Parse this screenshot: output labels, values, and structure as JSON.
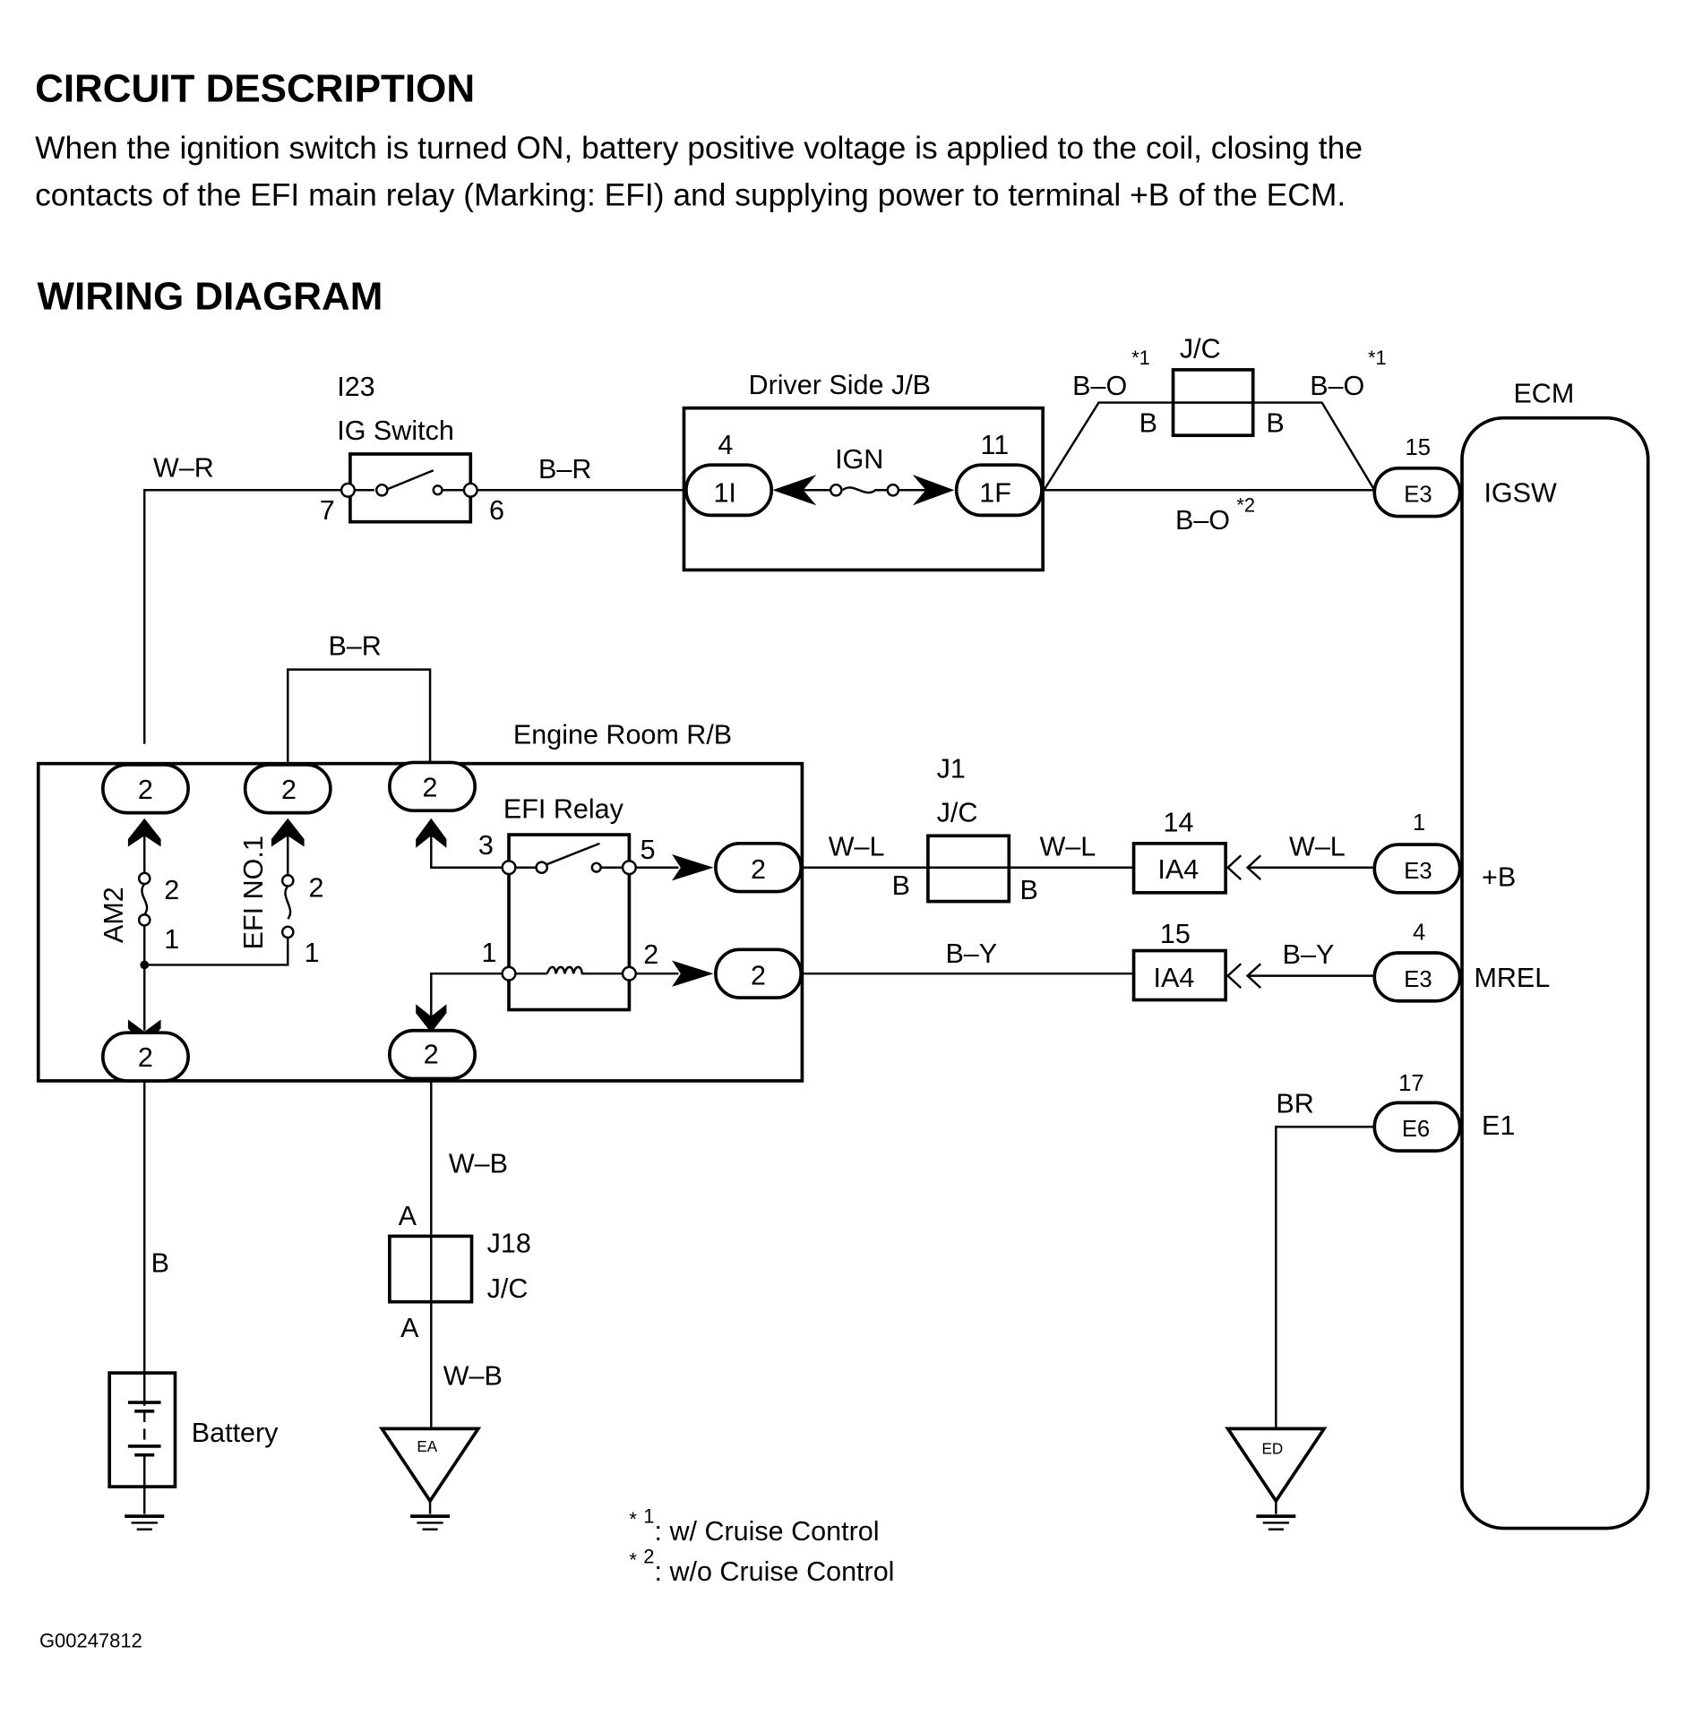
{
  "header": {
    "circuit_title": "CIRCUIT DESCRIPTION",
    "description_line1": "When the ignition switch is turned ON, battery positive voltage is applied to the coil, closing the",
    "description_line2": "contacts of the EFI main relay (Marking: EFI) and supplying power to terminal +B of the ECM.",
    "wiring_title": "WIRING DIAGRAM"
  },
  "ig_switch": {
    "code": "I23",
    "name": "IG Switch",
    "pin_in": "7",
    "pin_out": "6",
    "wire_in": "W–R",
    "wire_out": "B–R"
  },
  "driver_jb": {
    "name": "Driver Side J/B",
    "fuse": "IGN",
    "left_pin": "4",
    "left_conn": "1I",
    "right_pin": "11",
    "right_conn": "1F"
  },
  "top_jc": {
    "name": "J/C",
    "wire_left": "B–O",
    "wire_right": "B–O",
    "note_left": "*1",
    "note_right": "*1",
    "pin_left": "B",
    "pin_right": "B",
    "bypass_wire": "B–O",
    "bypass_note": "*2"
  },
  "ecm": {
    "name": "ECM",
    "terminals": [
      {
        "pin": "15",
        "conn": "E3",
        "label": "IGSW"
      },
      {
        "pin": "1",
        "conn": "E3",
        "label": "+B"
      },
      {
        "pin": "4",
        "conn": "E3",
        "label": "MREL"
      },
      {
        "pin": "17",
        "conn": "E6",
        "label": "E1"
      }
    ]
  },
  "engine_rb": {
    "name": "Engine Room R/B",
    "loop_wire": "B–R",
    "conn_label": "2",
    "fuse_am2": {
      "name": "AM2",
      "pin_top": "2",
      "pin_bottom": "1"
    },
    "fuse_efi": {
      "name": "EFI NO.1",
      "pin_top": "2",
      "pin_bottom": "1"
    },
    "relay": {
      "name": "EFI Relay",
      "pin3": "3",
      "pin5": "5",
      "pin1": "1",
      "pin2": "2"
    }
  },
  "j1": {
    "code": "J1",
    "name": "J/C",
    "wire_left": "W–L",
    "wire_right": "W–L",
    "pin_left": "B",
    "pin_right": "B"
  },
  "ia4_top": {
    "pin": "14",
    "conn": "IA4",
    "wire": "W–L"
  },
  "ia4_bottom": {
    "pin": "15",
    "conn": "IA4",
    "wire": "B–Y",
    "wire_left": "B–Y"
  },
  "ground_e1_wire": "BR",
  "battery": {
    "name": "Battery",
    "wire": "B"
  },
  "j18": {
    "code": "J18",
    "name": "J/C",
    "pin_top": "A",
    "pin_bottom": "A",
    "wire_top": "W–B",
    "wire_bottom": "W–B"
  },
  "grounds": {
    "ea": "EA",
    "ed": "ED"
  },
  "notes": [
    {
      "mark": "*",
      "num": "1",
      "text": ": w/ Cruise Control"
    },
    {
      "mark": "*",
      "num": "2",
      "text": ": w/o Cruise Control"
    }
  ],
  "footer_code": "G00247812"
}
